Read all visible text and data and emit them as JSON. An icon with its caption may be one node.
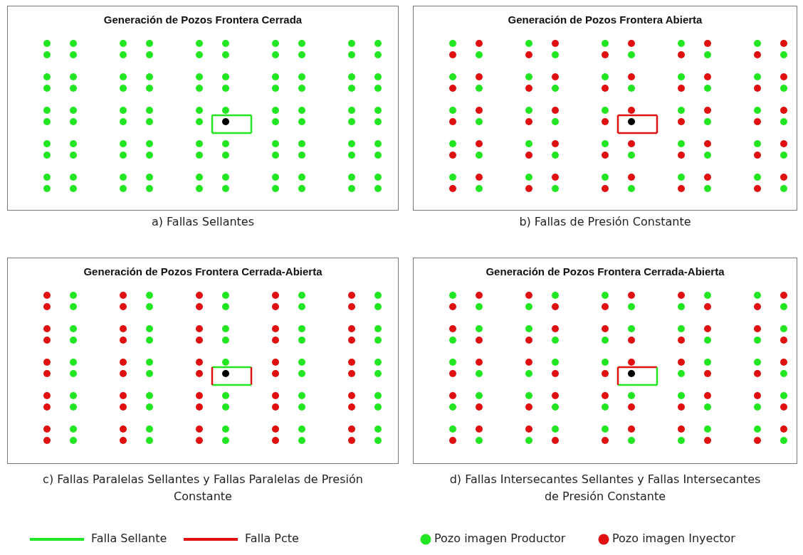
{
  "diagram": {
    "nodes": [
      {
        "text": [
          "Generación de Pozos Frontera Cerrada"
        ],
        "beside": [
          "a) Fallas Sellantes"
        ]
      },
      {
        "text": [
          "Generación de Pozos Frontera Abierta"
        ],
        "beside": [
          "b) Fallas de Presión Constante"
        ]
      },
      {
        "text": [
          "Generación de Pozos Frontera Cerrada-Abierta"
        ],
        "beside": [
          "c) Fallas Paralelas Sellantes y Fallas Paralelas de Presión Constante"
        ]
      },
      {
        "text": [
          "Generación de Pozos Frontera Cerrada-Abierta"
        ],
        "beside": [
          "d) Fallas Intersecantes Sellantes y Fallas Intersecantes de Presión Constante"
        ]
      }
    ],
    "legend": [
      {
        "text": "Falla Sellante"
      },
      {
        "text": "Falla Pcte"
      },
      {
        "text": "Pozo imagen Productor",
        "color": "#22e622"
      },
      {
        "text": "Pozo imagen Inyector",
        "color": "#e01010"
      }
    ]
  }
}
